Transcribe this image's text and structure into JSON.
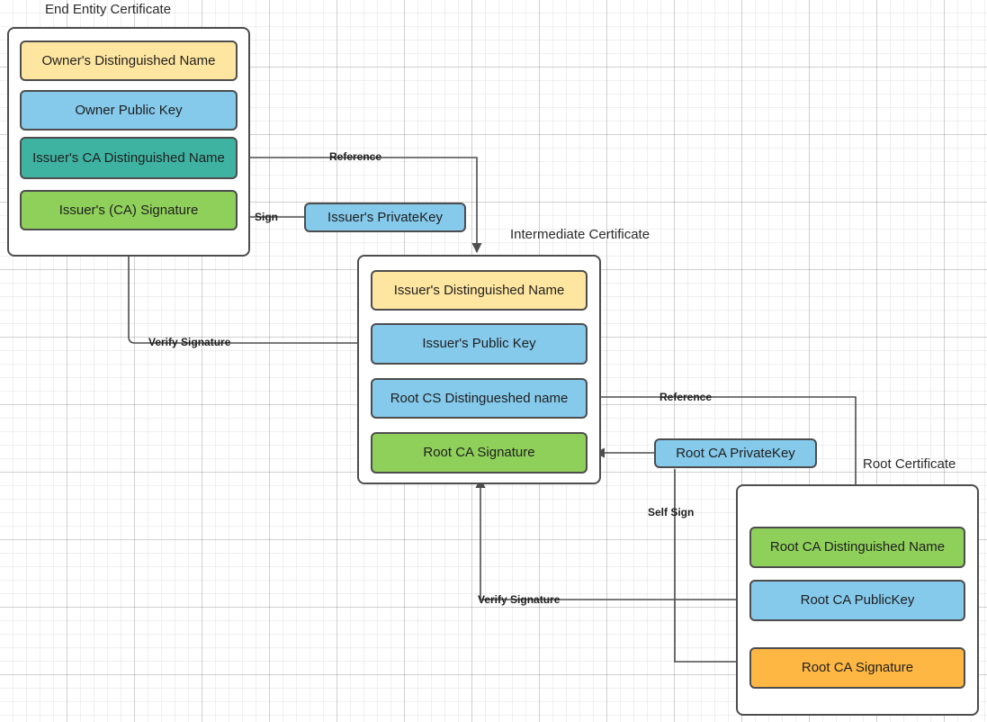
{
  "diagram": {
    "title_hidden": "",
    "colors": {
      "yellow": "#FFE6A0",
      "blue": "#85C9EB",
      "teal": "#3FB3A2",
      "green": "#8FD05A",
      "orange": "#FFB743",
      "stroke": "#4d4d4d",
      "background": "#ffffff",
      "grid_minor": "rgba(0,0,0,0.06)",
      "grid_major": "rgba(0,0,0,0.13)"
    }
  },
  "end_entity_certificate": {
    "label": "End Entity Certificate",
    "fields": [
      {
        "text": "Owner's Distinguished Name",
        "color": "yellow"
      },
      {
        "text": "Owner Public  Key",
        "color": "blue"
      },
      {
        "text": "Issuer's CA Distinguished Name",
        "color": "teal"
      },
      {
        "text": "Issuer's (CA) Signature",
        "color": "green"
      }
    ]
  },
  "intermediate_certificate": {
    "label": "Intermediate Certificate",
    "fields": [
      {
        "text": "Issuer's Distinguished Name",
        "color": "yellow"
      },
      {
        "text": "Issuer's Public  Key",
        "color": "blue"
      },
      {
        "text": "Root CS Distingueshed name",
        "color": "blue"
      },
      {
        "text": "Root CA Signature",
        "color": "green"
      }
    ]
  },
  "root_certificate": {
    "label": "Root Certificate",
    "fields": [
      {
        "text": "Root CA Distinguished Name",
        "color": "green"
      },
      {
        "text": "Root CA PublicKey",
        "color": "blue"
      },
      {
        "text": "Root CA Signature",
        "color": "orange"
      }
    ]
  },
  "keys": {
    "issuer_private_key": "Issuer's PrivateKey",
    "root_ca_private_key": "Root CA PrivateKey"
  },
  "edge_labels": {
    "reference_top": "Reference",
    "sign": "Sign",
    "verify_signature_top": "Verify Signature",
    "reference_bottom": "Reference",
    "self_sign": "Self Sign",
    "verify_signature_bottom": "Verify Signature"
  }
}
